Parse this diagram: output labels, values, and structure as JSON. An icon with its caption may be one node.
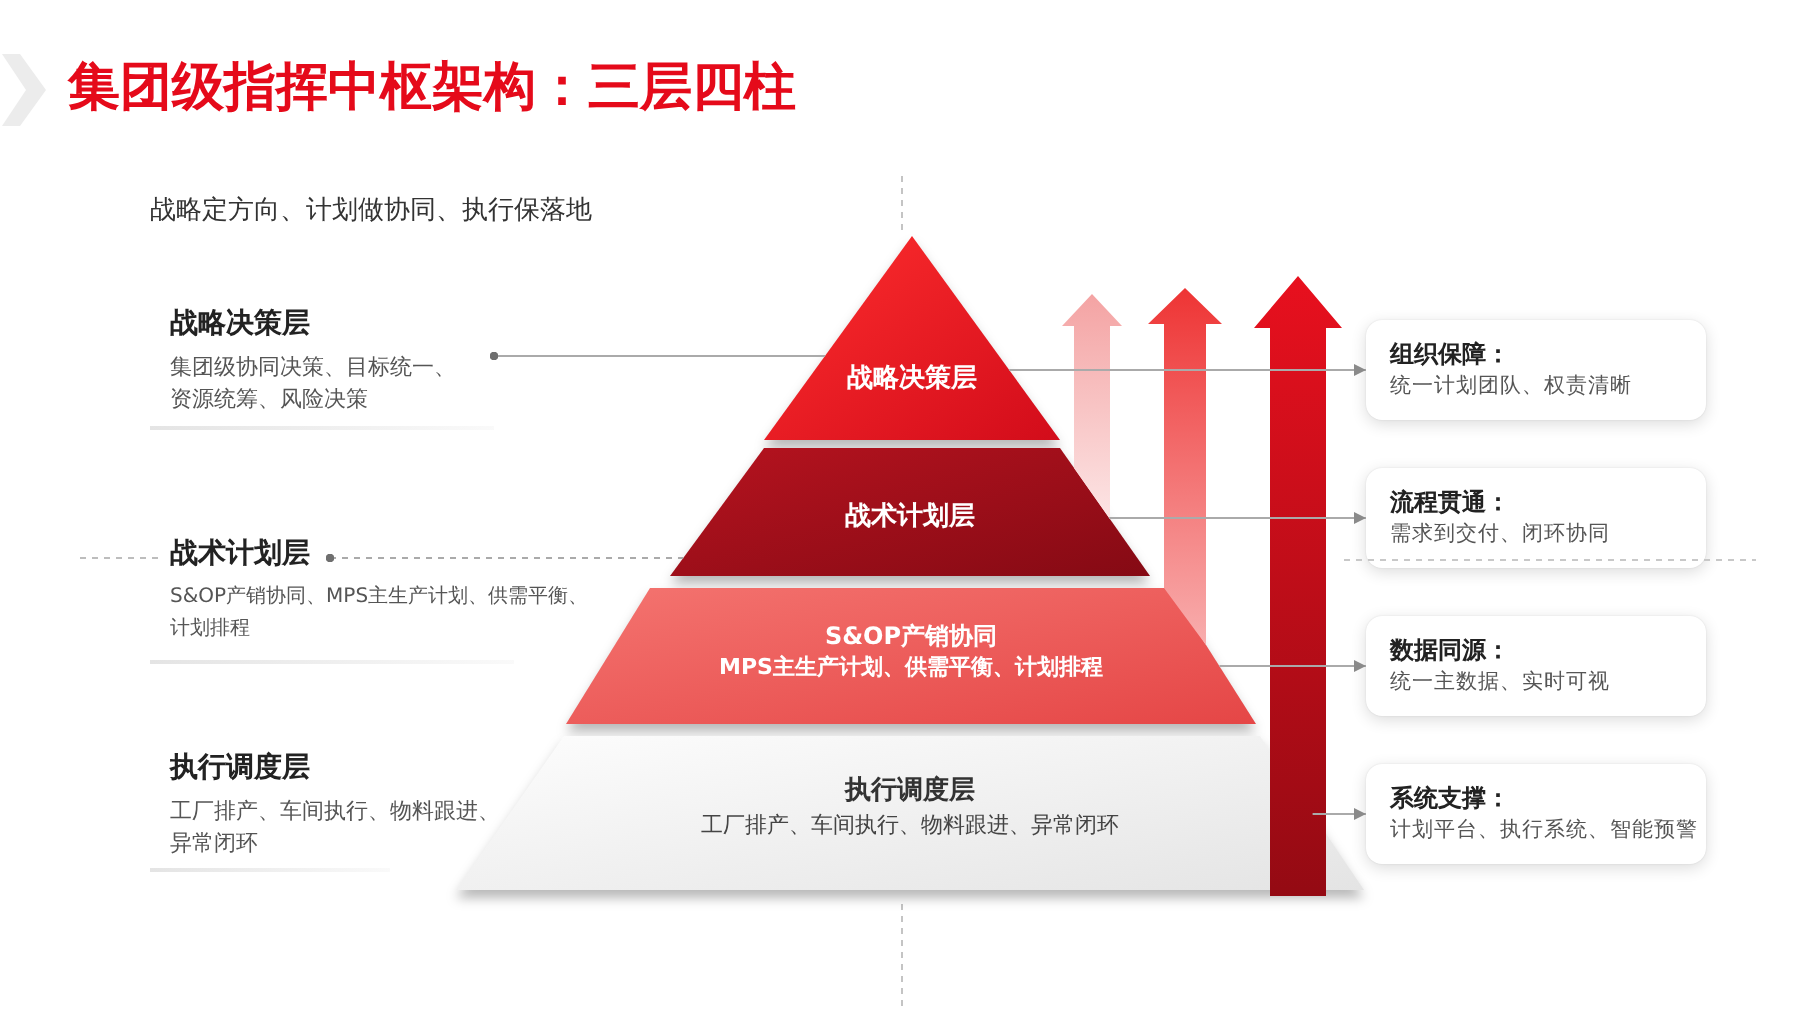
{
  "diagram": {
    "title": "集团级指挥中枢架构：三层四柱",
    "nodes": [
      {
        "text": [
          "战略决策层",
          "集团级协同决策、目标统一、资源统筹、风险决策"
        ]
      },
      {
        "text": [
          "战术计划层",
          "S&OP产销协同、MPS主生产计划、供需平衡、计划排程"
        ]
      },
      {
        "text": [
          "执行调度层",
          "工厂排产、车间执行、物料跟进、异常闭环"
        ]
      },
      {
        "text": [
          "战略决策层"
        ]
      },
      {
        "text": [
          "战术计划层"
        ]
      },
      {
        "text": [
          "S&OP产销协同",
          "MPS主生产计划、供需平衡、计划排程"
        ]
      },
      {
        "text": [
          "执行调度层",
          "工厂排产、车间执行、物料跟进、异常闭环"
        ]
      },
      {
        "text": [
          "组织保障：",
          "统一计划团队、权责清晰"
        ]
      },
      {
        "text": [
          "流程贯通：",
          "需求到交付、闭环协同"
        ]
      },
      {
        "text": [
          "数据同源：",
          "统一主数据、实时可视"
        ]
      },
      {
        "text": [
          "系统支撑：",
          "计划平台、执行系统、智能预警"
        ]
      }
    ],
    "edges": [
      {
        "from": 0,
        "to": 3,
        "arrow": "other"
      },
      {
        "from": 1,
        "to": 4,
        "arrow": "other",
        "style": "dashed"
      },
      {
        "from": 3,
        "to": 7,
        "arrow": "to"
      },
      {
        "from": 4,
        "to": 8,
        "arrow": "to"
      },
      {
        "from": 5,
        "to": 9,
        "arrow": "to"
      },
      {
        "from": 6,
        "to": 10,
        "arrow": "to"
      },
      {
        "from": 4,
        "to": null,
        "arrow": "to",
        "style": "thick",
        "color": "#f4a3a3"
      },
      {
        "from": 5,
        "to": null,
        "arrow": "to",
        "style": "thick",
        "color": "#ee3434"
      },
      {
        "from": 6,
        "to": null,
        "arrow": "to",
        "style": "thick",
        "color": "#e8101e"
      }
    ],
    "labels": [
      "战略定方向、计划做协同、执行保落地"
    ]
  }
}
